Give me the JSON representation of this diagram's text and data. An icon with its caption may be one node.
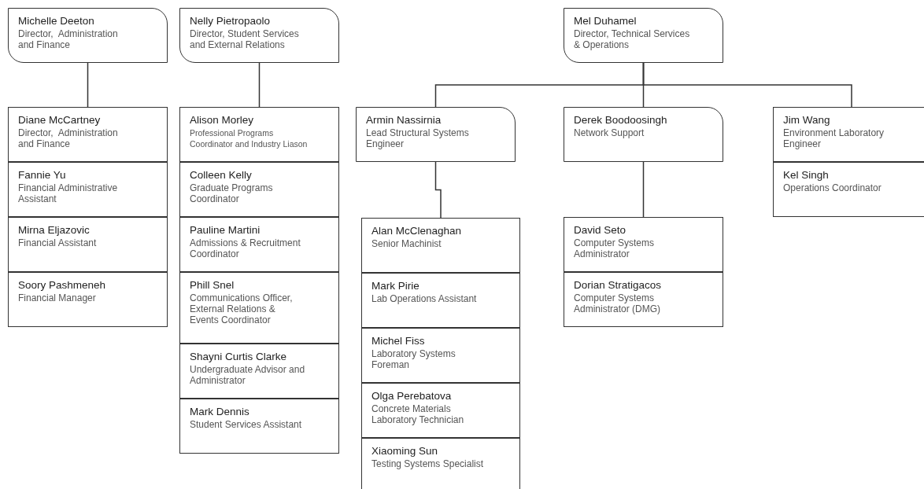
{
  "diagram": {
    "nodes": [
      {
        "text": [
          "Michelle Deeton",
          "Director,  Administration and Finance"
        ]
      },
      {
        "text": [
          "Nelly Pietropaolo",
          "Director, Student Services and External Relations"
        ]
      },
      {
        "text": [
          "Mel Duhamel",
          "Director, Technical Services & Operations"
        ]
      },
      {
        "text": [
          "Diane McCartney",
          "Director,  Administration and Finance"
        ]
      },
      {
        "text": [
          "Fannie Yu",
          "Financial Administrative Assistant"
        ]
      },
      {
        "text": [
          "Mirna Eljazovic",
          "Financial Assistant"
        ]
      },
      {
        "text": [
          "Soory Pashmeneh",
          "Financial Manager"
        ]
      },
      {
        "text": [
          "Alison Morley",
          "Professional Programs Coordinator and Industry Liason"
        ]
      },
      {
        "text": [
          "Colleen Kelly",
          "Graduate Programs Coordinator"
        ]
      },
      {
        "text": [
          "Pauline Martini",
          "Admissions & Recruitment Coordinator"
        ]
      },
      {
        "text": [
          "Phill Snel",
          "Communications Officer, External Relations & Events Coordinator"
        ]
      },
      {
        "text": [
          "Shayni Curtis Clarke",
          "Undergraduate Advisor and Administrator"
        ]
      },
      {
        "text": [
          "Mark Dennis",
          "Student Services Assistant"
        ]
      },
      {
        "text": [
          "Armin Nassirnia",
          "Lead Structural Systems Engineer"
        ]
      },
      {
        "text": [
          "Derek Boodoosingh",
          "Network Support"
        ]
      },
      {
        "text": [
          "Jim Wang",
          "Environment Laboratory Engineer"
        ]
      },
      {
        "text": [
          "Kel Singh",
          "Operations Coordinator"
        ]
      },
      {
        "text": [
          "Alan McClenaghan",
          "Senior Machinist"
        ]
      },
      {
        "text": [
          "Mark Pirie",
          "Lab Operations Assistant"
        ]
      },
      {
        "text": [
          "Michel Fiss",
          "Laboratory Systems Foreman"
        ]
      },
      {
        "text": [
          "Olga Perebatova",
          "Concrete Materials Laboratory Technician"
        ]
      },
      {
        "text": [
          "Xiaoming Sun",
          "Testing Systems Specialist"
        ]
      },
      {
        "text": [
          "David Seto",
          "Computer Systems Administrator"
        ]
      },
      {
        "text": [
          "Dorian Stratigacos",
          "Computer Systems Administrator (DMG)"
        ]
      }
    ],
    "edges": [
      {
        "from": 0,
        "to": 3,
        "arrow": "none"
      },
      {
        "from": 1,
        "to": 7,
        "arrow": "none"
      },
      {
        "from": 2,
        "to": 13,
        "arrow": "none"
      },
      {
        "from": 2,
        "to": 14,
        "arrow": "none"
      },
      {
        "from": 2,
        "to": 15,
        "arrow": "none"
      },
      {
        "from": 13,
        "to": 17,
        "arrow": "none"
      },
      {
        "from": 14,
        "to": 22,
        "arrow": "none"
      }
    ]
  }
}
